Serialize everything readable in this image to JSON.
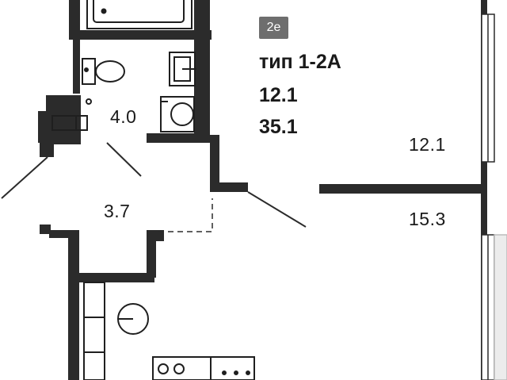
{
  "plan": {
    "badge": "2e",
    "type_label": "тип 1-2А",
    "living_area": "12.1",
    "total_area": "35.1",
    "rooms": [
      {
        "id": "bathroom",
        "area": "4.0"
      },
      {
        "id": "hall",
        "area": "3.7"
      },
      {
        "id": "living-room",
        "area": "12.1"
      },
      {
        "id": "kitchen",
        "area": "15.3"
      }
    ]
  },
  "colors": {
    "wall": "#2b2b2b",
    "badge": "#6e6e6e",
    "fixture": "#1f1f1f",
    "text": "#1a1a1a"
  }
}
